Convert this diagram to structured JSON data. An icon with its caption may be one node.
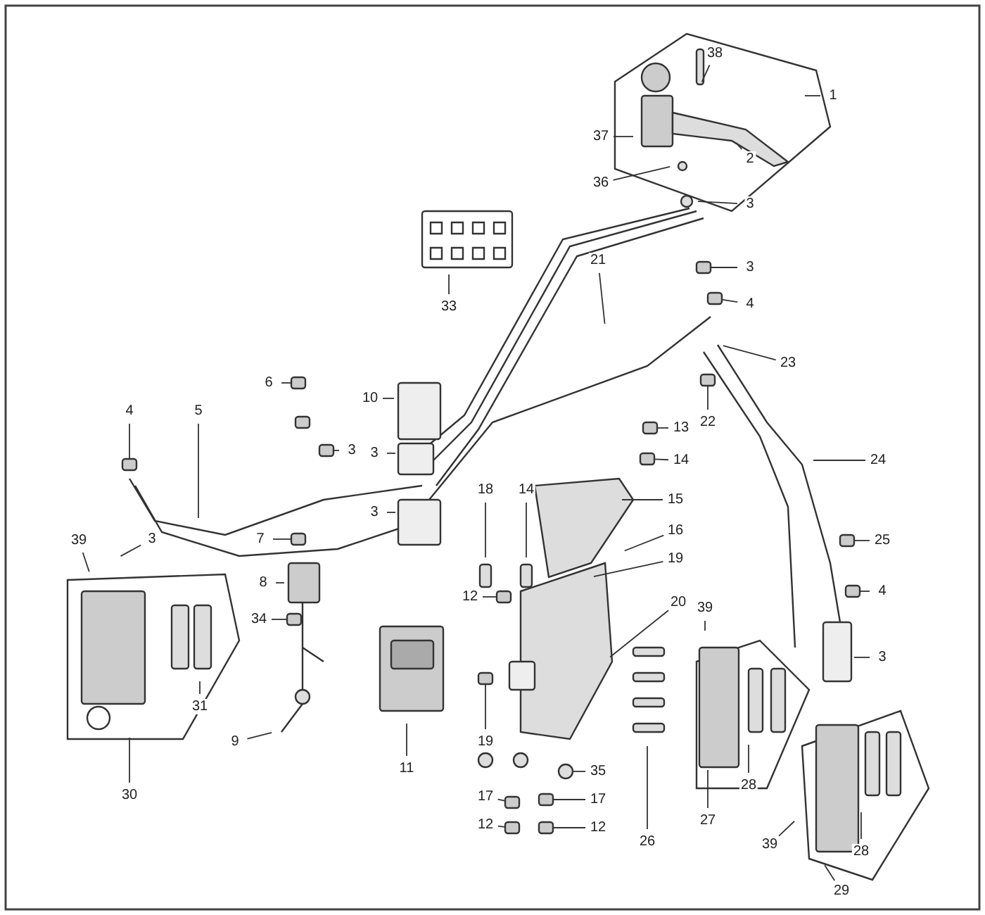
{
  "diagram": {
    "nodes": [
      {
        "text": [
          "38"
        ]
      },
      {
        "text": [
          "1"
        ]
      },
      {
        "text": [
          "37"
        ]
      },
      {
        "text": [
          "2"
        ]
      },
      {
        "text": [
          "36"
        ]
      },
      {
        "text": [
          "3"
        ]
      },
      {
        "text": [
          "33"
        ]
      },
      {
        "text": [
          "21"
        ]
      },
      {
        "text": [
          "3"
        ]
      },
      {
        "text": [
          "4"
        ]
      },
      {
        "text": [
          "23"
        ]
      },
      {
        "text": [
          "6"
        ]
      },
      {
        "text": [
          "10"
        ]
      },
      {
        "text": [
          "22"
        ]
      },
      {
        "text": [
          "4"
        ]
      },
      {
        "text": [
          "5"
        ]
      },
      {
        "text": [
          "3"
        ]
      },
      {
        "text": [
          "3"
        ]
      },
      {
        "text": [
          "13"
        ]
      },
      {
        "text": [
          "14"
        ]
      },
      {
        "text": [
          "24"
        ]
      },
      {
        "text": [
          "3"
        ]
      },
      {
        "text": [
          "15"
        ]
      },
      {
        "text": [
          "18"
        ]
      },
      {
        "text": [
          "14"
        ]
      },
      {
        "text": [
          "16"
        ]
      },
      {
        "text": [
          "39"
        ]
      },
      {
        "text": [
          "3"
        ]
      },
      {
        "text": [
          "7"
        ]
      },
      {
        "text": [
          "25"
        ]
      },
      {
        "text": [
          "19"
        ]
      },
      {
        "text": [
          "8"
        ]
      },
      {
        "text": [
          "12"
        ]
      },
      {
        "text": [
          "20"
        ]
      },
      {
        "text": [
          "4"
        ]
      },
      {
        "text": [
          "34"
        ]
      },
      {
        "text": [
          "39"
        ]
      },
      {
        "text": [
          "3"
        ]
      },
      {
        "text": [
          "11"
        ]
      },
      {
        "text": [
          "31"
        ]
      },
      {
        "text": [
          "19"
        ]
      },
      {
        "text": [
          "9"
        ]
      },
      {
        "text": [
          "35"
        ]
      },
      {
        "text": [
          "17"
        ]
      },
      {
        "text": [
          "17"
        ]
      },
      {
        "text": [
          "30"
        ]
      },
      {
        "text": [
          "26"
        ]
      },
      {
        "text": [
          "27"
        ]
      },
      {
        "text": [
          "28"
        ]
      },
      {
        "text": [
          "39"
        ]
      },
      {
        "text": [
          "12"
        ]
      },
      {
        "text": [
          "12"
        ]
      },
      {
        "text": [
          "28"
        ]
      },
      {
        "text": [
          "29"
        ]
      },
      {
        "text": [],
        "shape": "box"
      },
      {
        "text": [],
        "shape": "box"
      },
      {
        "text": [],
        "shape": "box"
      },
      {
        "text": [],
        "shape": "box"
      },
      {
        "text": [],
        "shape": "box"
      },
      {
        "text": [],
        "shape": "box"
      },
      {
        "text": [],
        "shape": "box"
      },
      {
        "text": [],
        "shape": "box"
      },
      {
        "text": [],
        "shape": "box"
      },
      {
        "text": [],
        "shape": "box"
      },
      {
        "text": [],
        "shape": "box"
      },
      {
        "text": [],
        "shape": "box"
      },
      {
        "text": [],
        "shape": "box"
      },
      {
        "text": [],
        "shape": "circle"
      },
      {
        "text": [],
        "shape": "box"
      },
      {
        "text": [],
        "shape": "box"
      },
      {
        "text": [],
        "shape": "box"
      },
      {
        "text": [],
        "shape": "box"
      },
      {
        "text": [],
        "shape": "box"
      }
    ],
    "edges": [
      {
        "from": 0,
        "to": null,
        "arrow": "none"
      },
      {
        "from": 1,
        "to": null,
        "arrow": "none"
      },
      {
        "from": 2,
        "to": null,
        "arrow": "none"
      },
      {
        "from": 3,
        "to": null,
        "arrow": "none"
      },
      {
        "from": 4,
        "to": null,
        "arrow": "none"
      },
      {
        "from": 5,
        "to": null,
        "arrow": "none"
      },
      {
        "from": 6,
        "to": null,
        "arrow": "none"
      },
      {
        "from": 7,
        "to": null,
        "arrow": "none"
      },
      {
        "from": 8,
        "to": 54,
        "arrow": "none"
      },
      {
        "from": 9,
        "to": 55,
        "arrow": "none"
      },
      {
        "from": 10,
        "to": null,
        "arrow": "none"
      },
      {
        "from": 11,
        "to": 56,
        "arrow": "none"
      },
      {
        "from": 12,
        "to": null,
        "arrow": "none"
      },
      {
        "from": 13,
        "to": 57,
        "arrow": "none"
      },
      {
        "from": 14,
        "to": 58,
        "arrow": "none"
      },
      {
        "from": 15,
        "to": null,
        "arrow": "none"
      },
      {
        "from": 16,
        "to": 59,
        "arrow": "none"
      },
      {
        "from": 17,
        "to": null,
        "arrow": "none"
      },
      {
        "from": 18,
        "to": 60,
        "arrow": "none"
      },
      {
        "from": 19,
        "to": 61,
        "arrow": "none"
      },
      {
        "from": 20,
        "to": null,
        "arrow": "none"
      },
      {
        "from": 21,
        "to": null,
        "arrow": "none"
      },
      {
        "from": 22,
        "to": null,
        "arrow": "none"
      },
      {
        "from": 23,
        "to": null,
        "arrow": "none"
      },
      {
        "from": 24,
        "to": null,
        "arrow": "none"
      },
      {
        "from": 25,
        "to": null,
        "arrow": "none"
      },
      {
        "from": 26,
        "to": null,
        "arrow": "none"
      },
      {
        "from": 27,
        "to": null,
        "arrow": "none"
      },
      {
        "from": 28,
        "to": 62,
        "arrow": "none"
      },
      {
        "from": 29,
        "to": 63,
        "arrow": "none"
      },
      {
        "from": 30,
        "to": null,
        "arrow": "none"
      },
      {
        "from": 31,
        "to": null,
        "arrow": "none"
      },
      {
        "from": 32,
        "to": 64,
        "arrow": "none"
      },
      {
        "from": 33,
        "to": null,
        "arrow": "none"
      },
      {
        "from": 34,
        "to": 65,
        "arrow": "none"
      },
      {
        "from": 35,
        "to": 66,
        "arrow": "none"
      },
      {
        "from": 36,
        "to": null,
        "arrow": "none"
      },
      {
        "from": 37,
        "to": null,
        "arrow": "none"
      },
      {
        "from": 38,
        "to": null,
        "arrow": "none"
      },
      {
        "from": 39,
        "to": null,
        "arrow": "none"
      },
      {
        "from": 40,
        "to": 72,
        "arrow": "none"
      },
      {
        "from": 41,
        "to": null,
        "arrow": "none"
      },
      {
        "from": 42,
        "to": 67,
        "arrow": "none"
      },
      {
        "from": 43,
        "to": 68,
        "arrow": "none"
      },
      {
        "from": 44,
        "to": 69,
        "arrow": "none"
      },
      {
        "from": 45,
        "to": null,
        "arrow": "none"
      },
      {
        "from": 46,
        "to": null,
        "arrow": "none"
      },
      {
        "from": 47,
        "to": null,
        "arrow": "none"
      },
      {
        "from": 48,
        "to": null,
        "arrow": "none"
      },
      {
        "from": 49,
        "to": null,
        "arrow": "none"
      },
      {
        "from": 50,
        "to": 70,
        "arrow": "none"
      },
      {
        "from": 51,
        "to": 71,
        "arrow": "none"
      },
      {
        "from": 52,
        "to": null,
        "arrow": "none"
      },
      {
        "from": 53,
        "to": null,
        "arrow": "none"
      }
    ]
  }
}
